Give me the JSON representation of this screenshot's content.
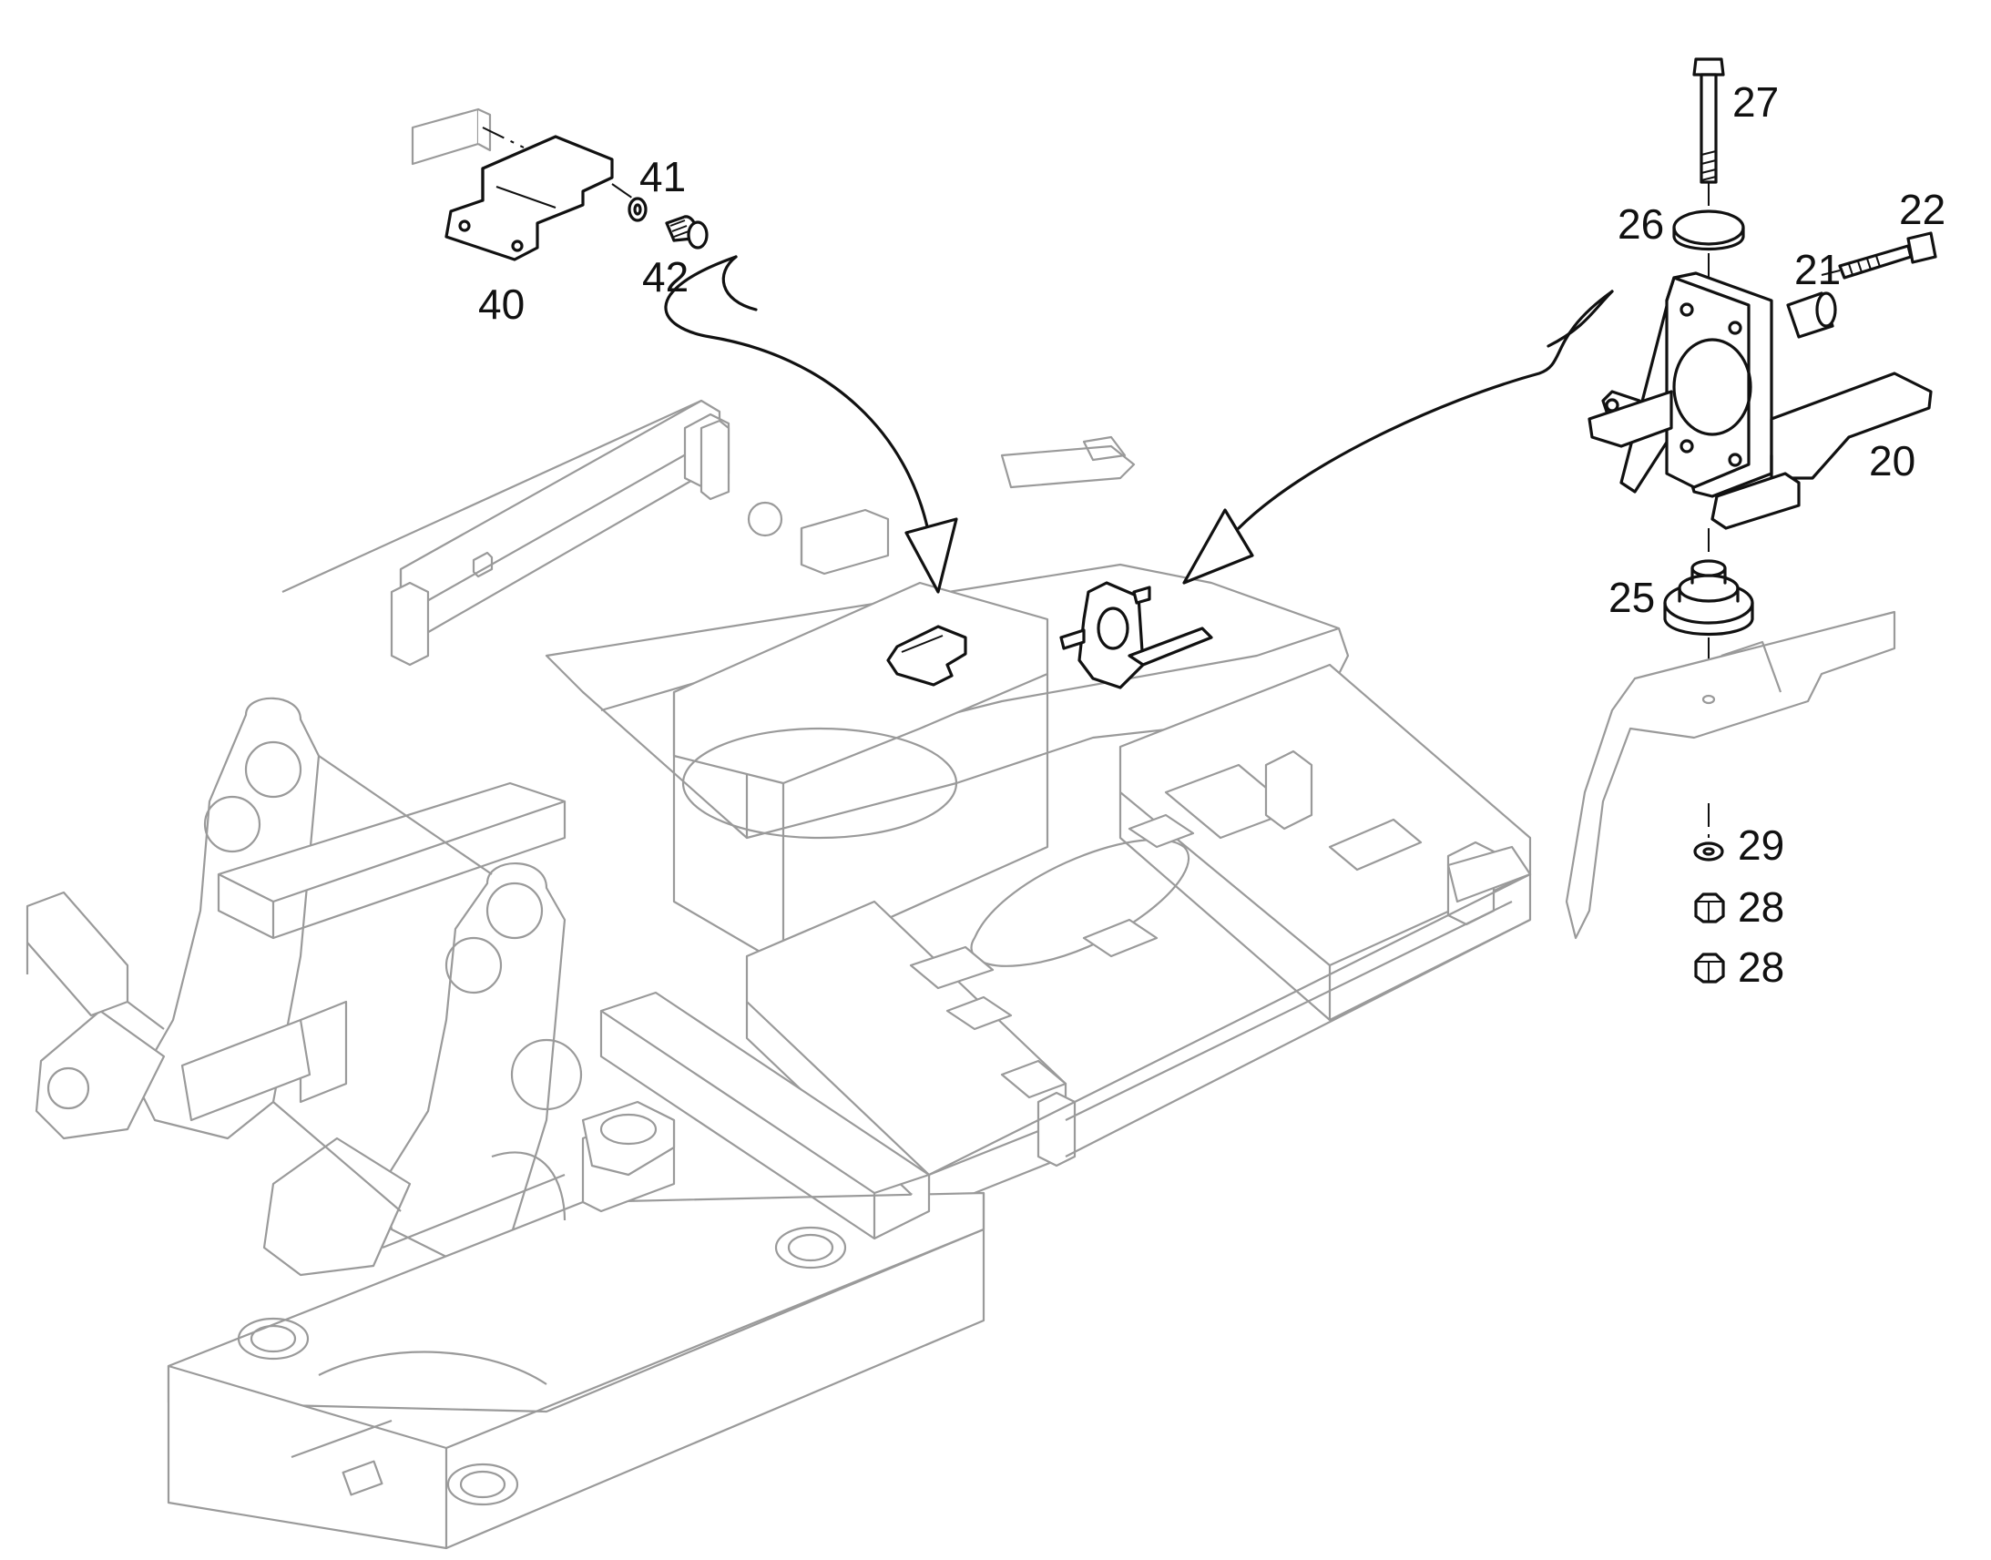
{
  "diagram": {
    "callouts": [
      {
        "id": "c20",
        "label": "20"
      },
      {
        "id": "c21",
        "label": "21"
      },
      {
        "id": "c22",
        "label": "22"
      },
      {
        "id": "c25",
        "label": "25"
      },
      {
        "id": "c26",
        "label": "26"
      },
      {
        "id": "c27",
        "label": "27"
      },
      {
        "id": "c28a",
        "label": "28"
      },
      {
        "id": "c28b",
        "label": "28"
      },
      {
        "id": "c29",
        "label": "29"
      },
      {
        "id": "c40",
        "label": "40"
      },
      {
        "id": "c41",
        "label": "41"
      },
      {
        "id": "c42",
        "label": "42"
      }
    ]
  }
}
